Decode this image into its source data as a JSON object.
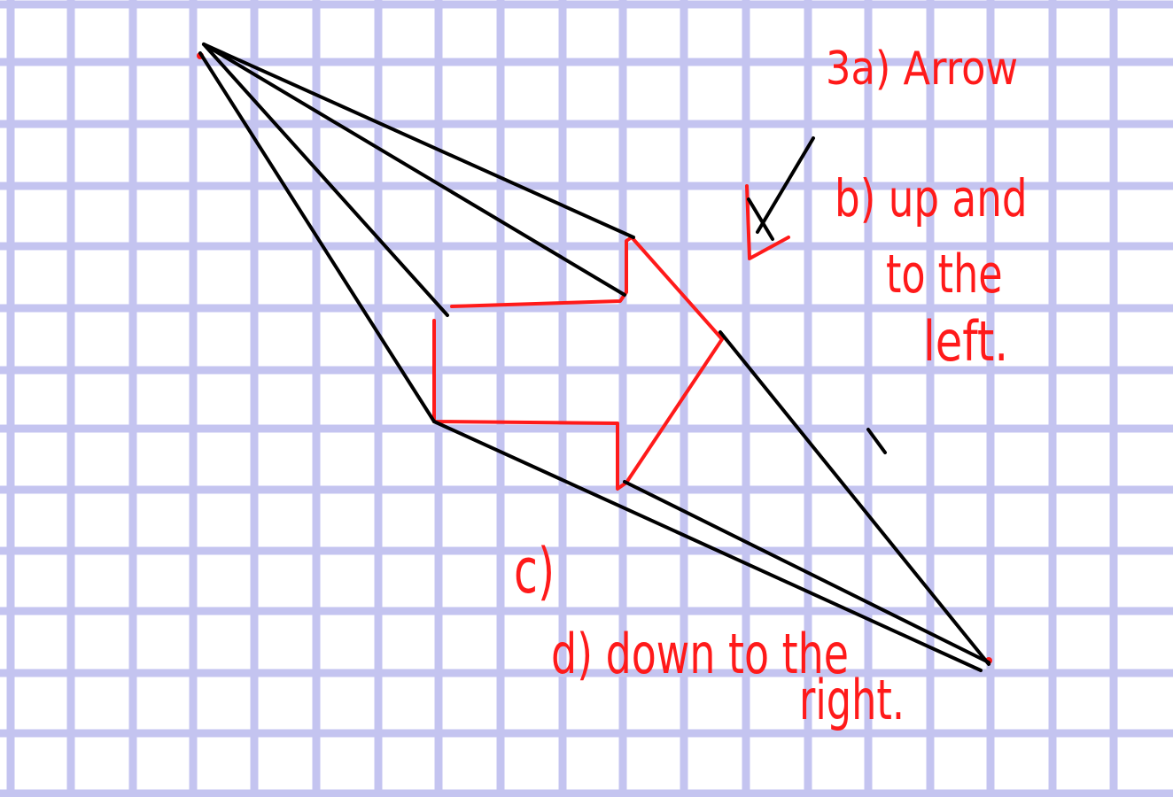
{
  "colors": {
    "background": "#ffffff",
    "grid": "#c4c4f0",
    "ink_black": "#000000",
    "ink_red": "#ff1a1a"
  },
  "annotations": {
    "part_a": "3a) Arrow",
    "part_b_line1": "b) up and",
    "part_b_line2": "to the",
    "part_b_line3": "left.",
    "part_c": "c)",
    "part_d_line1": "d) down to the",
    "part_d_line2": "right."
  }
}
